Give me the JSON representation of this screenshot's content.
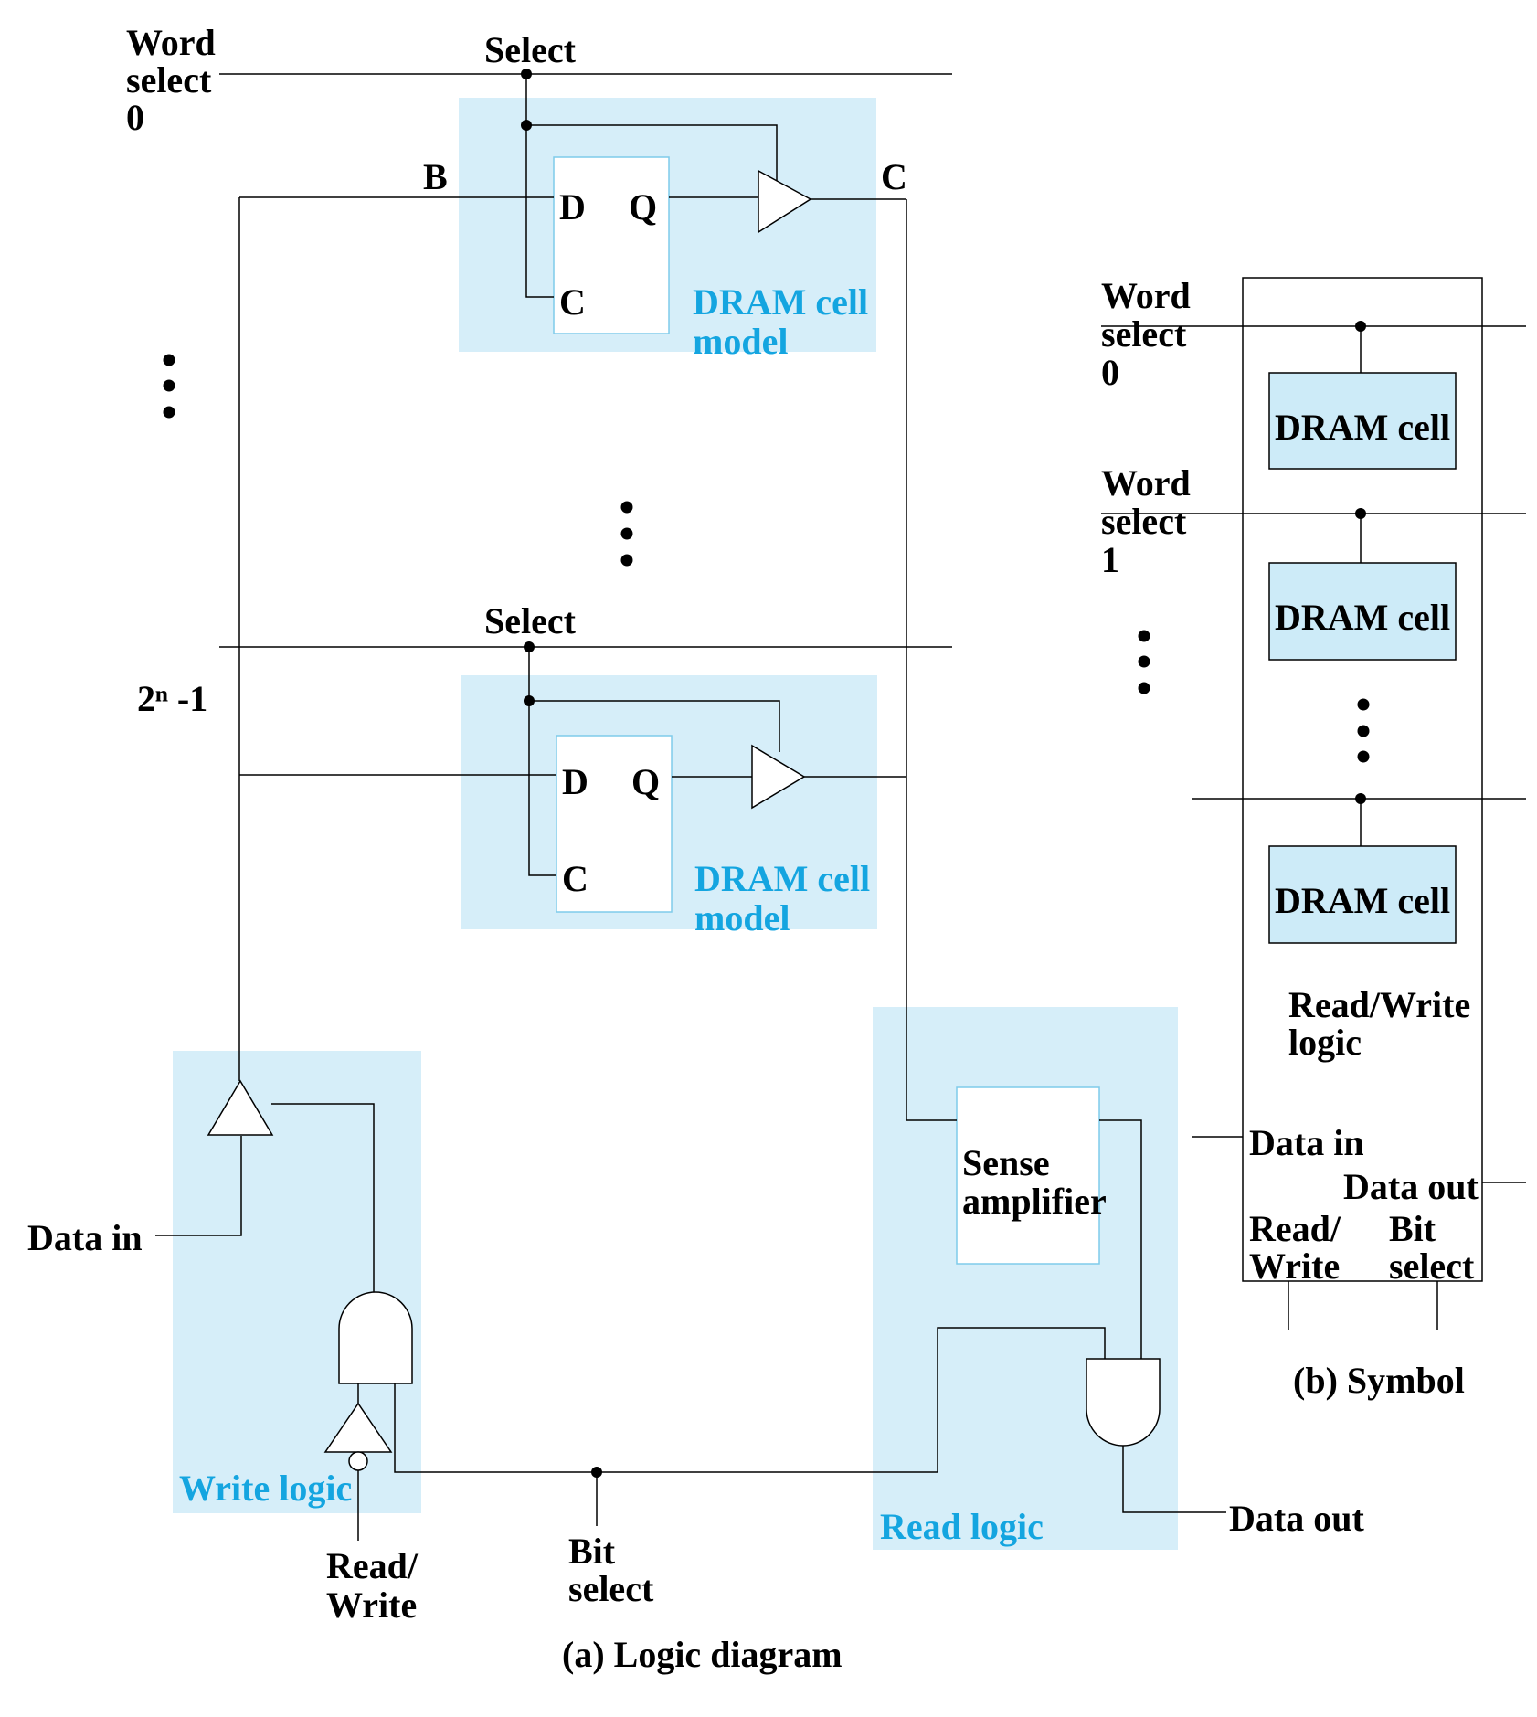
{
  "colors": {
    "highlight_fill": "#d6eef9",
    "cell_fill": "#cdebf8",
    "label_blue": "#14a5e0",
    "wire": "#000000"
  },
  "logic": {
    "word_select_0": [
      "Word",
      "select",
      "0"
    ],
    "select_top": "Select",
    "select_bottom": "Select",
    "node_b": "B",
    "node_c": "C",
    "row_last": "2ⁿ -1",
    "ff_d": "D",
    "ff_q": "Q",
    "ff_c": "C",
    "cell_model": [
      "DRAM cell",
      "model"
    ],
    "sense_amp": [
      "Sense",
      "amplifier"
    ],
    "write_logic": "Write logic",
    "read_logic": "Read logic",
    "data_in": "Data in",
    "data_out": "Data out",
    "read_write": [
      "Read/",
      "Write"
    ],
    "bit_select": [
      "Bit",
      "select"
    ],
    "caption": "(a) Logic diagram"
  },
  "symbol": {
    "word_select_0": [
      "Word",
      "select",
      "0"
    ],
    "word_select_1": [
      "Word",
      "select",
      "1"
    ],
    "cell_label": "DRAM cell",
    "rw_logic": [
      "Read/Write",
      "logic"
    ],
    "data_in": "Data in",
    "data_out": "Data out",
    "read_write": [
      "Read/",
      "Write"
    ],
    "bit_select": [
      "Bit",
      "select"
    ],
    "caption": "(b) Symbol"
  }
}
